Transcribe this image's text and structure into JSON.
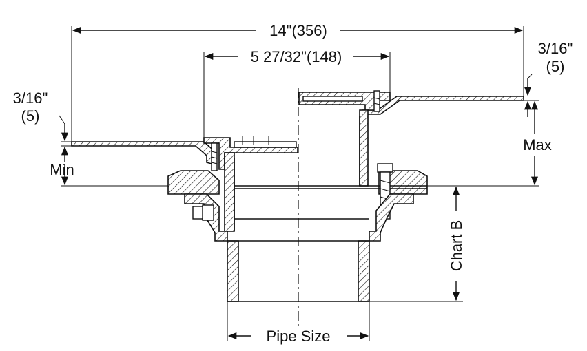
{
  "dimensions": {
    "overall_width": "14\"(356)",
    "grate_width": "5 27/32\"(148)",
    "right_thickness_line1": "3/16\"",
    "right_thickness_line2": "(5)",
    "left_thickness_line1": "3/16\"",
    "left_thickness_line2": "(5)",
    "min_label": "Min",
    "max_label": "Max",
    "chart_label": "Chart B",
    "pipe_label": "Pipe Size"
  },
  "colors": {
    "ink": "#111111",
    "background": "#ffffff"
  }
}
